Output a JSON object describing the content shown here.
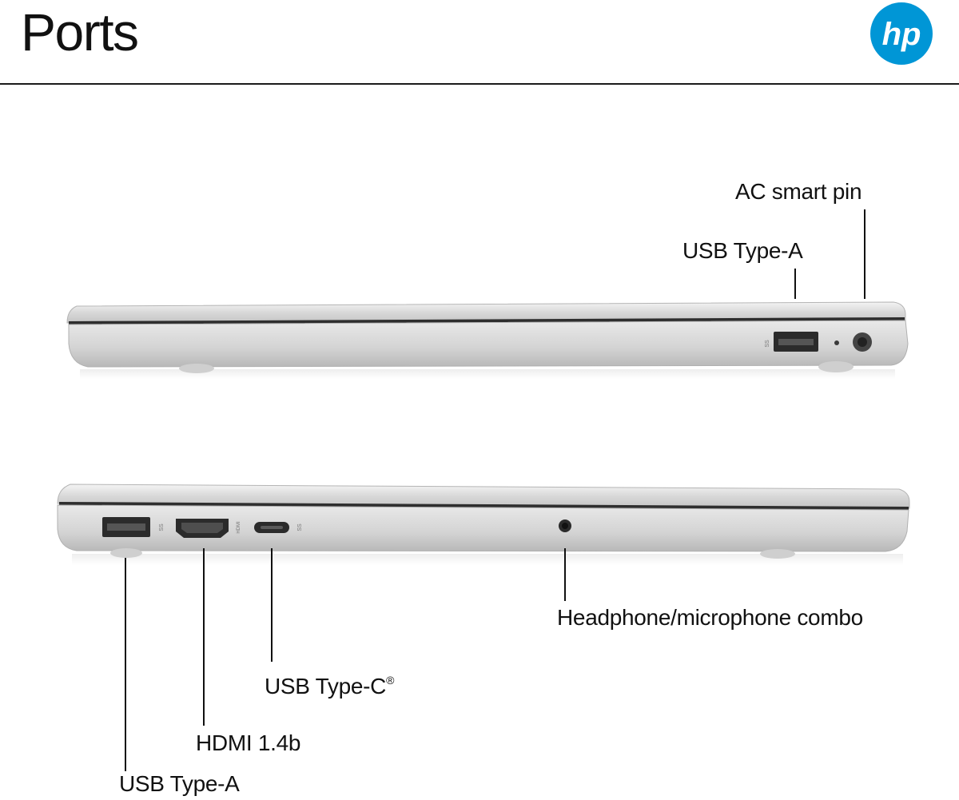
{
  "header": {
    "title": "Ports",
    "brand": "hp",
    "brand_color": "#0096d6"
  },
  "labels": {
    "top_ac_smart_pin": "AC smart pin",
    "top_usb_type_a": "USB Type-A",
    "bottom_headphone": "Headphone/microphone combo",
    "bottom_usb_type_c": "USB Type-C",
    "bottom_usb_type_c_mark": "®",
    "bottom_hdmi": "HDMI 1.4b",
    "bottom_usb_type_a": "USB Type-A"
  },
  "port_markings": {
    "usb_ss": "SS",
    "hdmi": "HDMI"
  },
  "icons": [
    "hp-logo-icon",
    "usb-port-icon",
    "ac-smart-pin-icon",
    "hdmi-port-icon",
    "usb-c-port-icon",
    "headphone-jack-icon"
  ]
}
